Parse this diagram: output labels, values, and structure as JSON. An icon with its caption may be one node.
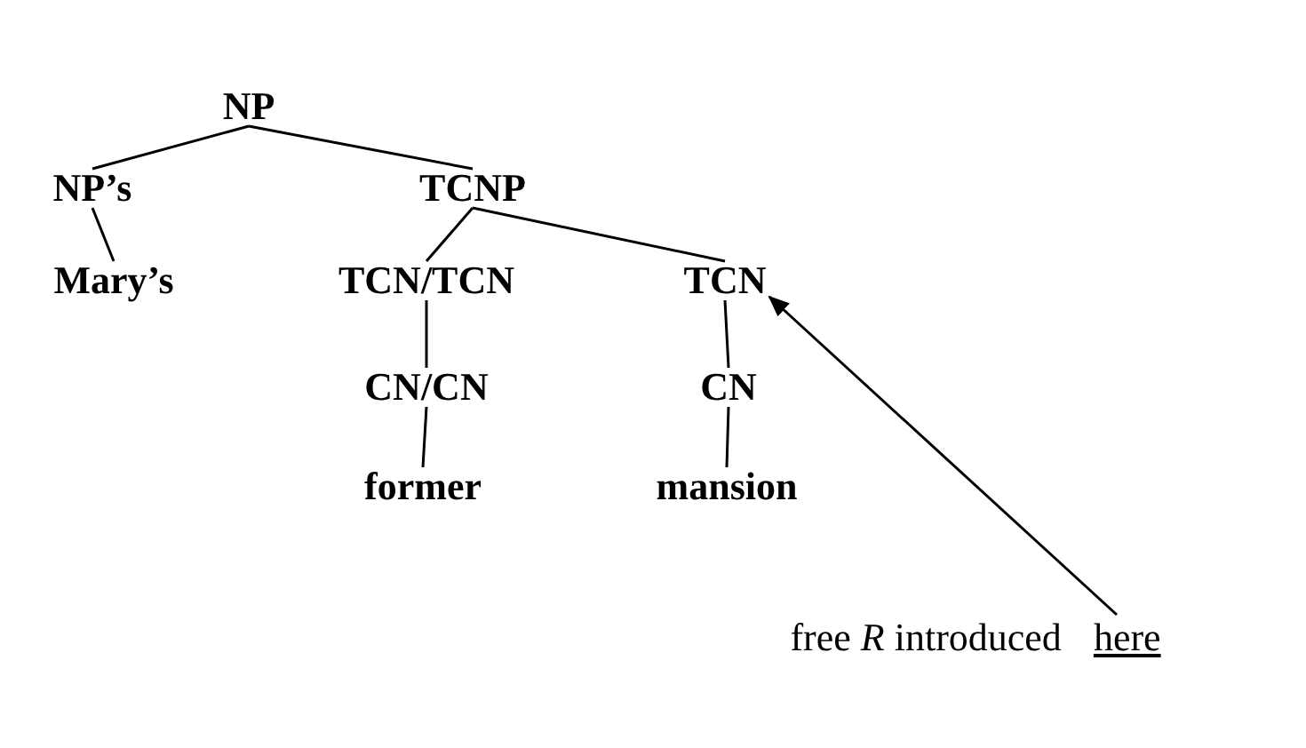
{
  "diagram": {
    "nodes": [
      {
        "text": [
          "NP"
        ]
      },
      {
        "text": [
          "NP’s"
        ]
      },
      {
        "text": [
          "TCNP"
        ]
      },
      {
        "text": [
          "Mary’s"
        ]
      },
      {
        "text": [
          "TCN/TCN"
        ]
      },
      {
        "text": [
          "TCN"
        ]
      },
      {
        "text": [
          "CN/CN"
        ]
      },
      {
        "text": [
          "CN"
        ]
      },
      {
        "text": [
          "former"
        ]
      },
      {
        "text": [
          "mansion"
        ]
      },
      {
        "text": [
          "free *R* introduced",
          "here"
        ]
      }
    ],
    "edges": [
      {
        "from": 0,
        "to": 1,
        "arrow": "none"
      },
      {
        "from": 0,
        "to": 2,
        "arrow": "none"
      },
      {
        "from": 1,
        "to": 3,
        "arrow": "none"
      },
      {
        "from": 2,
        "to": 4,
        "arrow": "none"
      },
      {
        "from": 2,
        "to": 5,
        "arrow": "none"
      },
      {
        "from": 4,
        "to": 6,
        "arrow": "none"
      },
      {
        "from": 5,
        "to": 7,
        "arrow": "none"
      },
      {
        "from": 6,
        "to": 8,
        "arrow": "none"
      },
      {
        "from": 7,
        "to": 9,
        "arrow": "none"
      },
      {
        "from": 10,
        "to": 5,
        "arrow": "to"
      }
    ]
  }
}
